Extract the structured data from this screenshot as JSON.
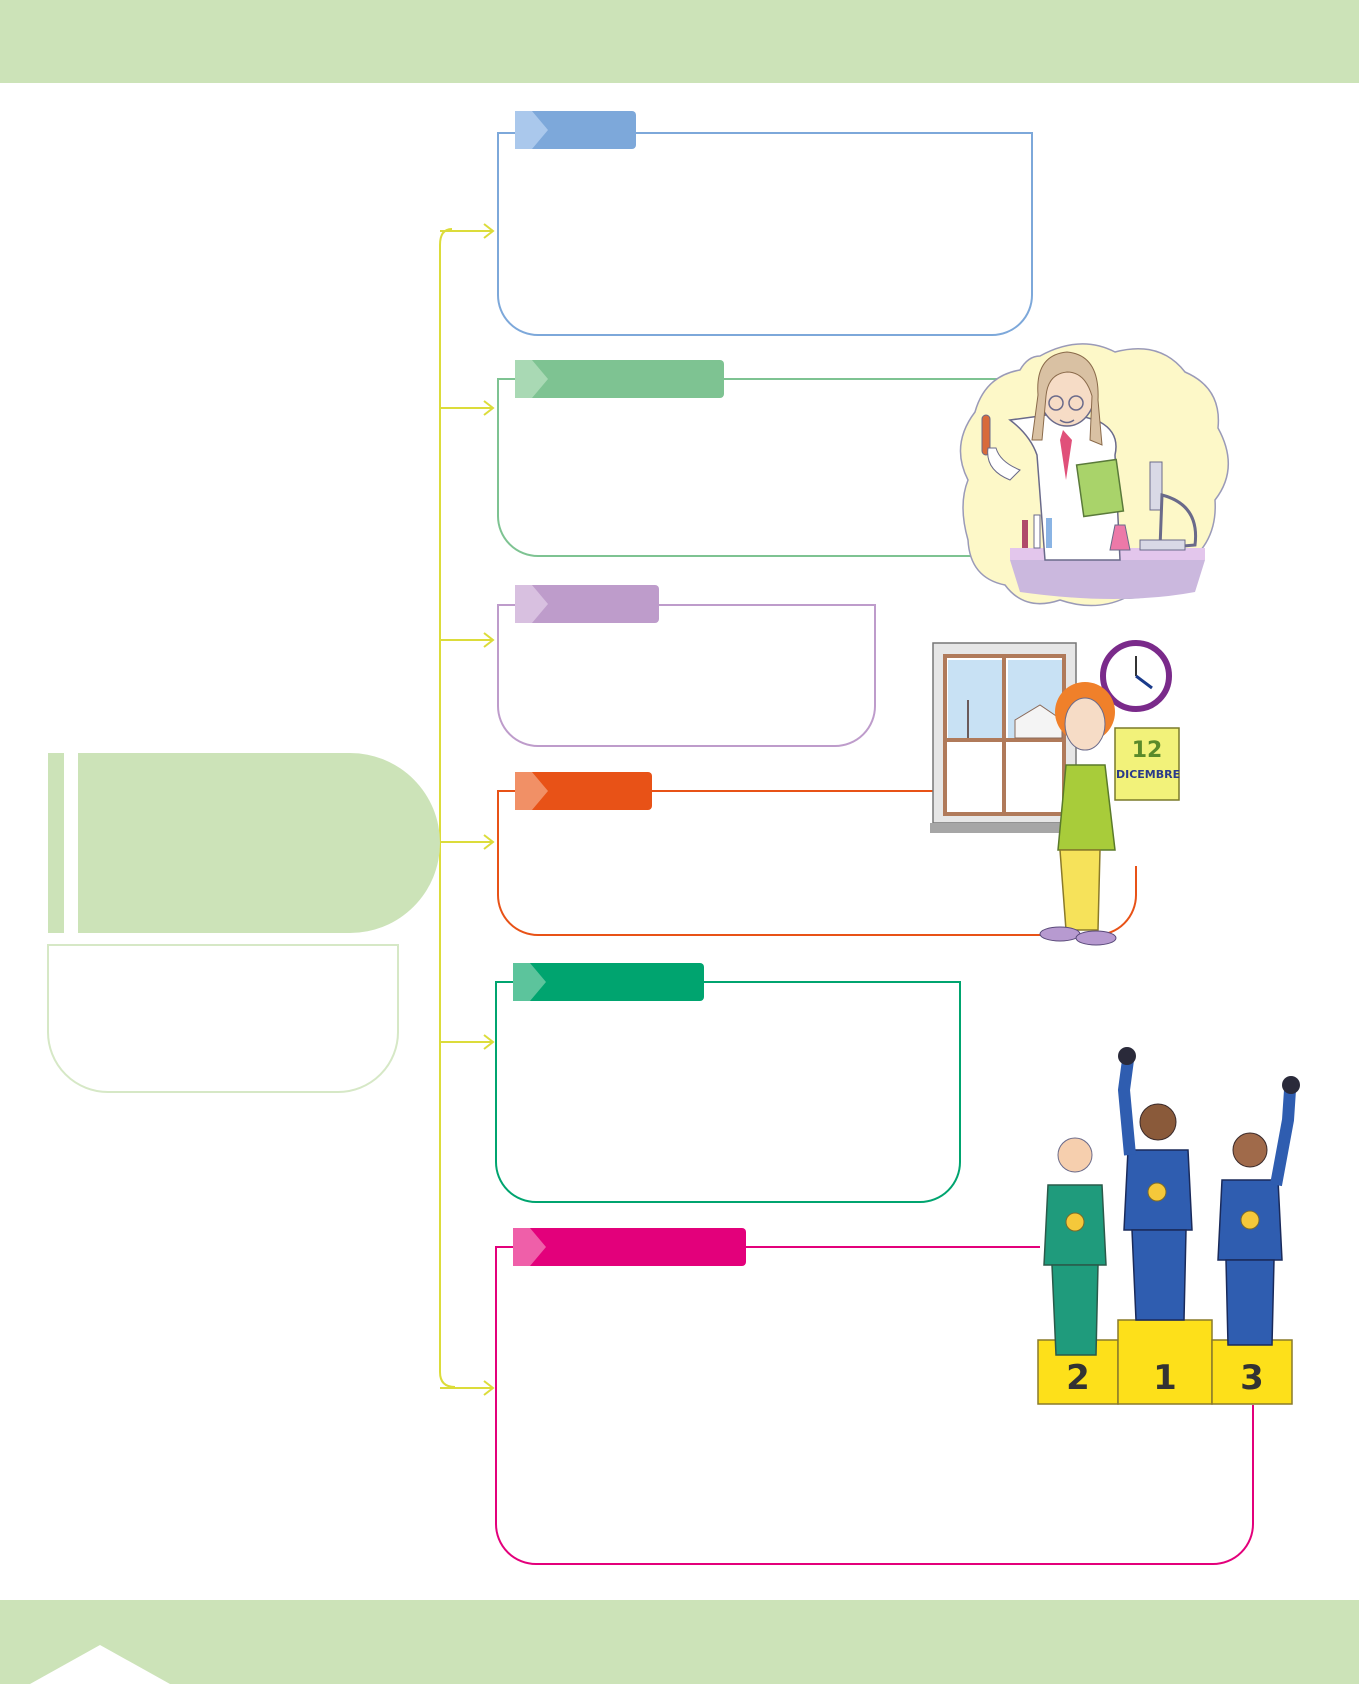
{
  "colors": {
    "band": "#cce3b8",
    "connector": "#dcdc3a",
    "root": "#cce3b8",
    "root_outline": "#d6e8c6",
    "branches": [
      "#7da8da",
      "#7ec392",
      "#be9ccb",
      "#e85217",
      "#00a46f",
      "#e3007b"
    ]
  },
  "root": {
    "title": "",
    "description": ""
  },
  "branches": [
    {
      "label": "",
      "text": "",
      "tab_color": "#7da8da",
      "tab_light": "#aac8ec",
      "frame_color": "#7da8da"
    },
    {
      "label": "",
      "text": "",
      "tab_color": "#7ec392",
      "tab_light": "#a9d9b4",
      "frame_color": "#7ec392"
    },
    {
      "label": "",
      "text": "",
      "tab_color": "#be9ccb",
      "tab_light": "#d8c0e0",
      "frame_color": "#be9ccb"
    },
    {
      "label": "",
      "text": "",
      "tab_color": "#e85217",
      "tab_light": "#f19066",
      "frame_color": "#e85217"
    },
    {
      "label": "",
      "text": "",
      "tab_color": "#00a46f",
      "tab_light": "#5cc49c",
      "frame_color": "#00a46f"
    },
    {
      "label": "",
      "text": "",
      "tab_color": "#e3007b",
      "tab_light": "#ef5fa9",
      "frame_color": "#e3007b"
    }
  ],
  "illustrations": {
    "scientist": "scientist-in-lab",
    "winter": "child-at-winter-window",
    "calendar_day": "12",
    "calendar_month": "DICEMBRE",
    "podium": "olympic-podium",
    "podium_places": [
      "2",
      "1",
      "3"
    ]
  }
}
